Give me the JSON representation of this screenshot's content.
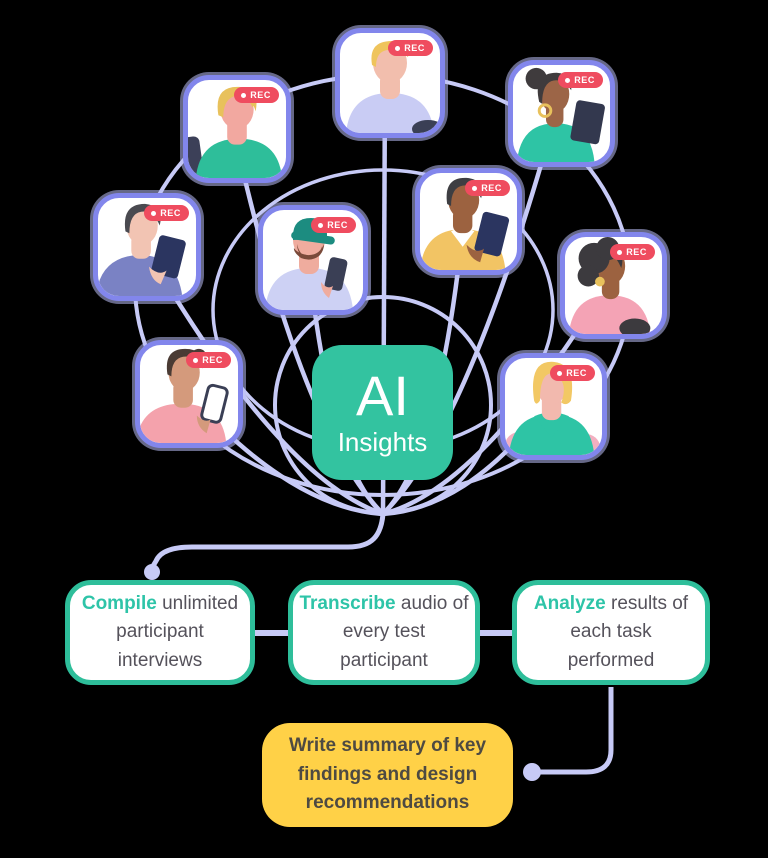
{
  "title": "AI Insights research diagram",
  "center": {
    "title": "AI",
    "subtitle": "Insights"
  },
  "rec_label": "REC",
  "avatars": [
    {
      "id": "top",
      "icon": "blond-man-lavender-shirt-illustration"
    },
    {
      "id": "top-left",
      "icon": "blond-person-teal-shirt-rear-view-illustration"
    },
    {
      "id": "top-right",
      "icon": "woman-updo-teal-top-tablet-illustration"
    },
    {
      "id": "left",
      "icon": "man-slate-jacket-tablet-illustration"
    },
    {
      "id": "inner-left",
      "icon": "bearded-man-teal-cap-phone-illustration"
    },
    {
      "id": "inner-right",
      "icon": "man-yellow-polo-tablet-illustration"
    },
    {
      "id": "right",
      "icon": "woman-curly-hair-pink-top-illustration"
    },
    {
      "id": "bottom-left",
      "icon": "person-curly-hair-pink-shirt-phone-illustration"
    },
    {
      "id": "bottom-right",
      "icon": "blonde-woman-teal-top-illustration"
    }
  ],
  "steps": [
    {
      "highlight": "Compile",
      "rest": " unlimited participant interviews"
    },
    {
      "highlight": "Transcribe",
      "rest": " audio of every test participant"
    },
    {
      "highlight": "Analyze",
      "rest": " results of each task performed"
    }
  ],
  "summary": {
    "text": "Write summary of key findings and design recommendations"
  },
  "colors": {
    "teal_accent": "#2EBE9A",
    "center_box": "#33C3A0",
    "lavender_line": "#C7CAF6",
    "avatar_border": "#8286EC",
    "rec_red": "#EF4C5F",
    "summary_yellow": "#FFD147",
    "text_dark": "#55525B"
  }
}
